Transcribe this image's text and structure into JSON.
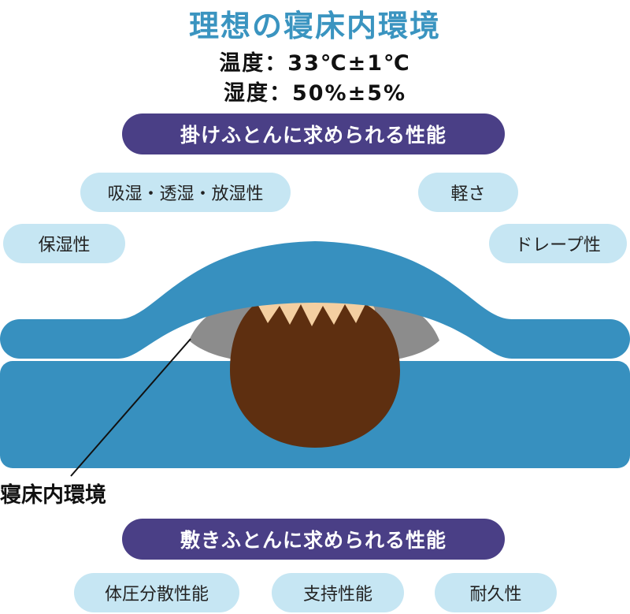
{
  "title": "理想の寝床内環境",
  "temperature": "温度：33℃±1℃",
  "humidity": "湿度：50%±5%",
  "top_banner": "掛けふとんに求められる性能",
  "top_features": [
    "吸湿・透湿・放湿性",
    "軽さ",
    "保湿性",
    "ドレープ性"
  ],
  "env_label": "寝床内環境",
  "bottom_banner": "敷きふとんに求められる性能",
  "bottom_features": [
    "体圧分散性能",
    "支持性能",
    "耐久性"
  ],
  "colors": {
    "title": "#3a94c0",
    "banner": "#4a3f86",
    "pill": "#c6e6f3",
    "quilt": "#3790bf",
    "mattress": "#3790bf",
    "hair": "#5e2f10",
    "skin": "#f4cfa1",
    "pillow": "#8c8c8c"
  }
}
